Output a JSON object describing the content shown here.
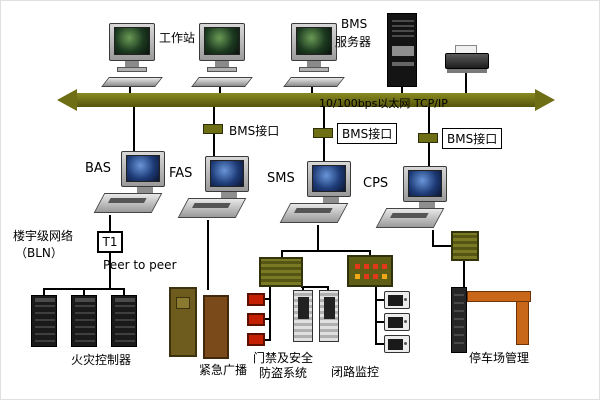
{
  "top": {
    "workstation_label": "工作站",
    "server_label_line1": "BMS",
    "server_label_line2": "服务器"
  },
  "backbone": {
    "label": "10/100bps以太网  TCP/IP"
  },
  "interfaces": [
    {
      "label": "BMS接口"
    },
    {
      "label": "BMS接口"
    },
    {
      "label": "BMS接口"
    }
  ],
  "subsystems": [
    {
      "label": "BAS"
    },
    {
      "label": "FAS"
    },
    {
      "label": "SMS"
    },
    {
      "label": "CPS"
    }
  ],
  "left": {
    "bln_line1": "楼宇级网络",
    "bln_line2": "（BLN）",
    "t1": "T1",
    "peer": "Peer to peer"
  },
  "bottom": {
    "fire_controller": "火灾控制器",
    "emergency_broadcast": "紧急广播",
    "access_security_line1": "门禁及安全",
    "access_security_line2": "防盗系统",
    "cctv": "闭路监控",
    "parking": "停车场管理"
  },
  "colors": {
    "backbone_olive": "#6e6e14",
    "interface_olive": "#6e6e14",
    "cabinet_dark": "#1a1a1a",
    "broadcast_brown": "#7a4a1a",
    "alarm_red": "#c22000",
    "indicator_orange": "#f0a818",
    "gate_orange": "#c8661a",
    "screen_green": "#1c3a20",
    "screen_blue": "#1e3c78"
  }
}
